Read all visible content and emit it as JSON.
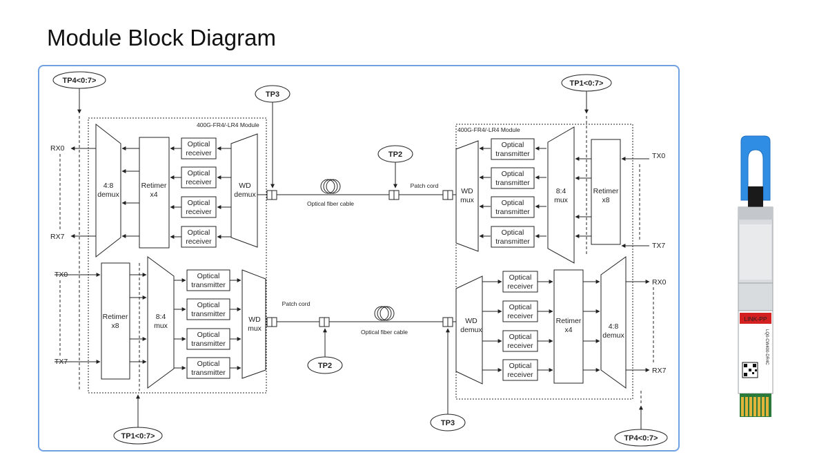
{
  "page": {
    "title": "Module Block Diagram"
  },
  "modules": {
    "left": "400G-FR4/-LR4 Module",
    "right": "400G-FR4/-LR4 Module"
  },
  "test_points": {
    "tp1": "TP1<0:7>",
    "tp2": "TP2",
    "tp3": "TP3",
    "tp4": "TP4<0:7>"
  },
  "signals": {
    "rx0": "RX0",
    "rx7": "RX7",
    "tx0": "TX0",
    "tx7": "TX7"
  },
  "blocks": {
    "demux_48_a": "4:8",
    "demux_48_b": "demux",
    "mux_84_a": "8:4",
    "mux_84_b": "mux",
    "retimer": "Retimer",
    "x4": "x4",
    "x8": "x8",
    "wd": "WD",
    "wd_demux": "demux",
    "wd_mux": "mux",
    "optical": "Optical",
    "receiver": "receiver",
    "transmitter": "transmitter"
  },
  "links": {
    "fiber": "Optical fiber cable",
    "patch": "Patch cord"
  },
  "product": {
    "brand": "LINK-PP",
    "part": "LQ0-CW400-DR4C",
    "color_accent": "#2f8de4",
    "color_label": "#d32020"
  }
}
